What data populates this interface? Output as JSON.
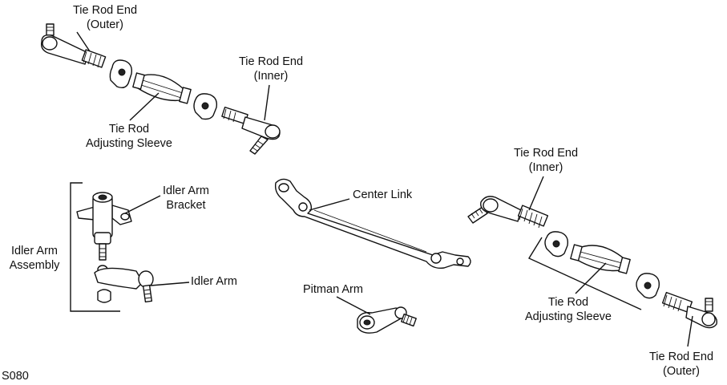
{
  "labels": {
    "tie_rod_end_outer_top": "Tie Rod End\n(Outer)",
    "tie_rod_end_inner_top": "Tie Rod End\n(Inner)",
    "tie_rod_adjusting_sleeve_top": "Tie Rod\nAdjusting Sleeve",
    "tie_rod_end_inner_right": "Tie Rod End\n(Inner)",
    "center_link": "Center Link",
    "idler_arm_bracket": "Idler Arm\nBracket",
    "idler_arm_assembly": "Idler Arm\nAssembly",
    "idler_arm": "Idler Arm",
    "pitman_arm": "Pitman Arm",
    "tie_rod_adjusting_sleeve_right": "Tie Rod\nAdjusting Sleeve",
    "tie_rod_end_outer_right": "Tie Rod End\n(Outer)",
    "figure_code": "S080"
  }
}
